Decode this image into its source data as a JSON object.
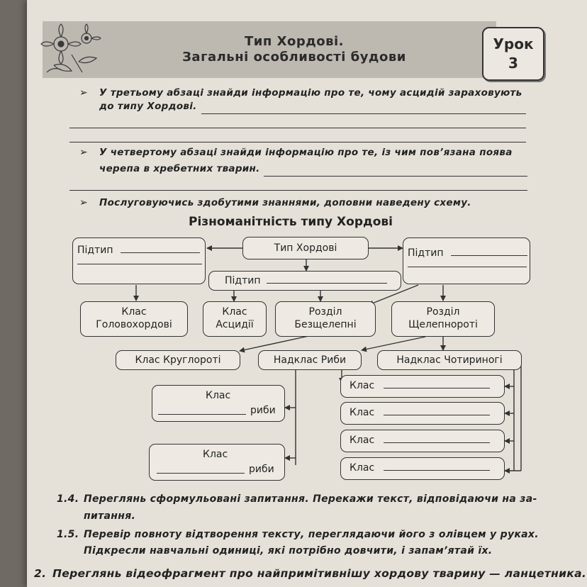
{
  "header": {
    "title_line1": "Тип Хордові.",
    "title_line2": "Загальні особливості будови",
    "lesson_label": "Урок",
    "lesson_number": "3"
  },
  "tasks": [
    {
      "marker": "➢",
      "line1": "У третьому абзаці знайди інформацію про те, чому асцидій зараховують",
      "line2": "до типу Хордові."
    },
    {
      "marker": "➢",
      "line1": "У четвертому абзаці знайди інформацію про те, із чим пов’язана поява",
      "line2": "черепа в хребетних тварин."
    },
    {
      "marker": "➢",
      "line1": "Послуговуючись здобутими знаннями, доповни наведену схему."
    }
  ],
  "diagram": {
    "title": "Різноманітність типу Хордові",
    "root": "Тип Хордові",
    "subtype_label": "Підтип",
    "class_cephalochordates": {
      "line1": "Клас",
      "line2": "Головохордові"
    },
    "class_ascidians": {
      "line1": "Клас",
      "line2": "Асцидії"
    },
    "division_acrania": {
      "line1": "Розділ",
      "line2": "Безщелепні"
    },
    "division_gnathostomata": {
      "line1": "Розділ",
      "line2": "Щелепнороті"
    },
    "class_cyclostomes": "Клас Круглороті",
    "superclass_fish": "Надклас Риби",
    "superclass_tetrapods": "Надклас Чотириногі",
    "fish_class_label": "Клас",
    "fish_suffix": "риби",
    "class_label": "Клас"
  },
  "items": [
    {
      "number": "1.4.",
      "line1": "Переглянь сформульовані запитання. Перекажи текст, відповідаючи на за-",
      "line2": "питання."
    },
    {
      "number": "1.5.",
      "line1": "Перевір повноту відтворення тексту, переглядаючи його з олівцем у руках.",
      "line2": "Підкресли навчальні одиниці, які потрібно довчити, і запам’ятай їх."
    }
  ],
  "task2": {
    "number": "2.",
    "text": "Переглянь відеофрагмент про найпримітивнішу хордову тварину — ланцетника."
  }
}
